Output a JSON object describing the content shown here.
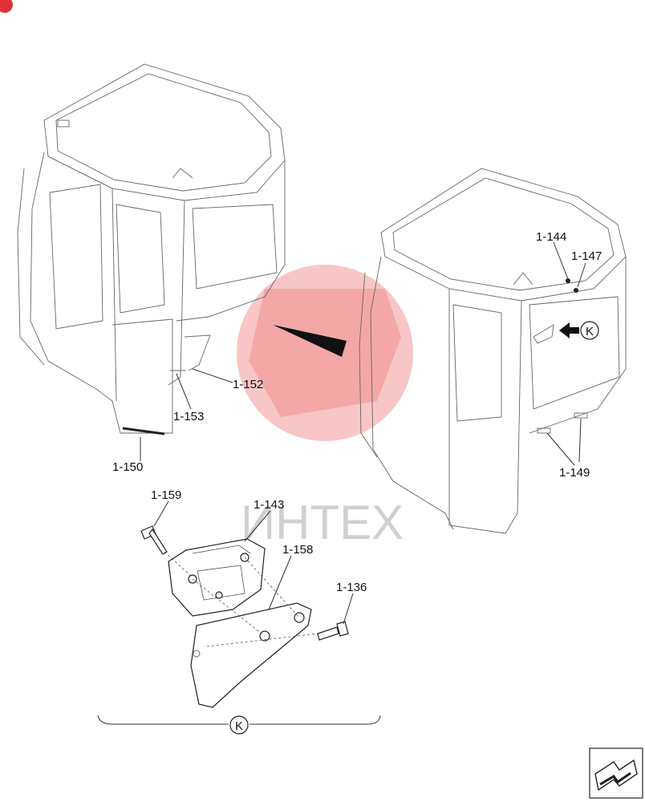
{
  "watermark": {
    "text": "ИНТЕХ",
    "color": "#f08080"
  },
  "callouts": {
    "p150": "1-150",
    "p152": "1-152",
    "p153": "1-153",
    "p144": "1-144",
    "p147": "1-147",
    "p149": "1-149",
    "p159": "1-159",
    "p143": "1-143",
    "p158": "1-158",
    "p136": "1-136"
  },
  "detail_marker": "K",
  "detail_group_label": "K",
  "icons": {
    "corner_badge": "red-badge-icon",
    "nav_icon": "next-page-arrow-icon"
  }
}
